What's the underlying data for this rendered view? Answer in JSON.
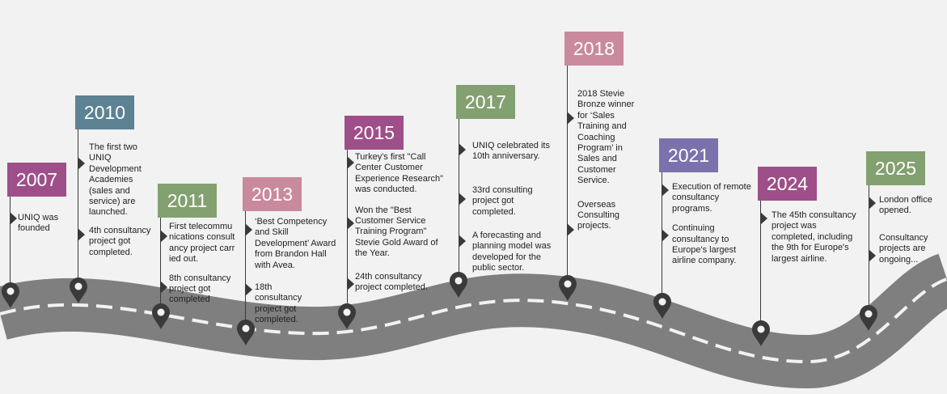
{
  "colors": {
    "background": "#f2f2f2",
    "road": "#7f7f7f",
    "road_marking": "#f2f2f2",
    "pin": "#3a3a3a"
  },
  "milestones": [
    {
      "year": "2007",
      "color": "#9e4f8a",
      "items": [
        "UNIQ was founded"
      ]
    },
    {
      "year": "2010",
      "color": "#5c8294",
      "items": [
        "The first two UNIQ Development Academies (sales and service) are launched.",
        "4th consultancy project got completed."
      ]
    },
    {
      "year": "2011",
      "color": "#83a070",
      "items": [
        "First telecommunications consultancy project carried out.",
        "8th consultancy project got completed"
      ]
    },
    {
      "year": "2013",
      "color": "#c98a9e",
      "items": [
        "‘Best Competency and Skill Development’ Award from Brandon Hall with Avea.",
        "18th consultancy project  got completed."
      ]
    },
    {
      "year": "2015",
      "color": "#9e4f8a",
      "items": [
        "Turkey's first \"Call Center Customer Experience Research\" was conducted.",
        "Won the \"Best Customer Service Training Program\" Stevie Gold Award of the Year.",
        "24th consultancy project completed."
      ]
    },
    {
      "year": "2017",
      "color": "#83a070",
      "items": [
        "UNIQ celebrated its 10th anniversary.",
        "33rd  consulting project got completed.",
        "A forecasting and planning model was developed for the public sector."
      ]
    },
    {
      "year": "2018",
      "color": "#c98a9e",
      "items": [
        "2018 Stevie Bronze winner for ‘Sales Training and Coaching Program’ in Sales and Customer Service.",
        "Overseas Consulting projects."
      ]
    },
    {
      "year": "2021",
      "color": "#7b72ad",
      "items": [
        "Execution of remote consultancy programs.",
        "Continuing consultancy to Europe's largest airline company."
      ]
    },
    {
      "year": "2024",
      "color": "#9e4f8a",
      "items": [
        "The 45th consultancy project was completed, including the 9th for Europe's largest airline."
      ]
    },
    {
      "year": "2025",
      "color": "#83a070",
      "items": [
        "London office opened.",
        "Consultancy projects are ongoing..."
      ]
    }
  ]
}
